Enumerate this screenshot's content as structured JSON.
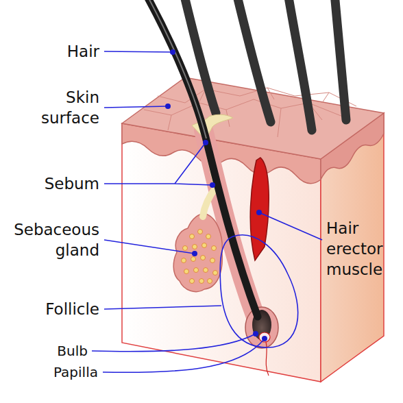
{
  "diagram": {
    "labels": [
      "Hair",
      "Skin surface",
      "Sebum",
      "Sebaceous gland",
      "Follicle",
      "Bulb",
      "Papilla",
      "Hair erector muscle"
    ]
  }
}
